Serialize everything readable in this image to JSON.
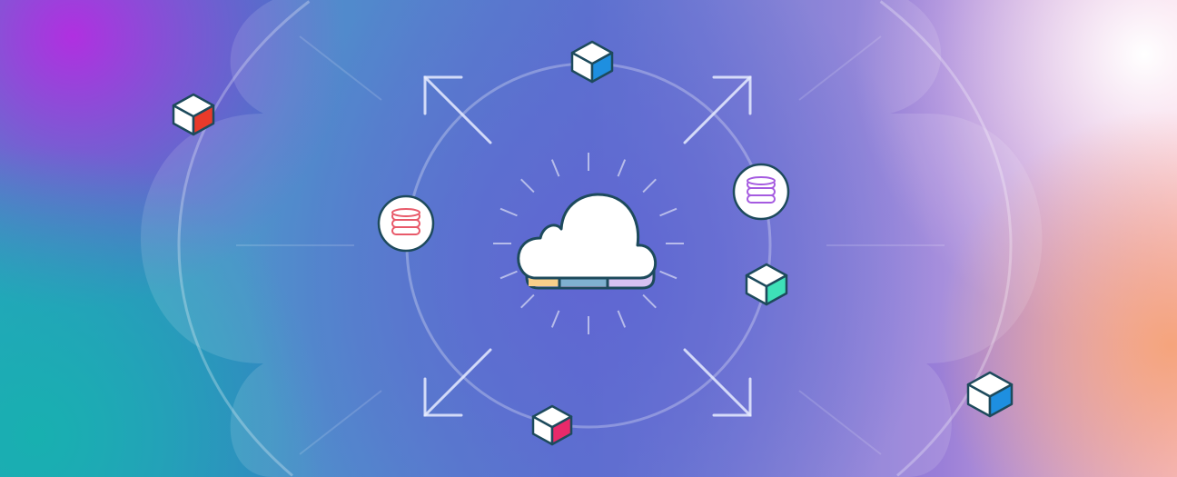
{
  "illustration": {
    "subject": "cloud-network",
    "colors": {
      "center": "#3f62c6",
      "top_left": "#b23fe0",
      "bottom_left": "#1fa9b8",
      "right": "#f4c6e6",
      "bottom_right": "#f3a889",
      "outline": "#1d4a5c",
      "cloud_band_left": "#f8cf8a",
      "cloud_band_mid": "#7fb0d0",
      "cloud_band_right": "#d6c1f2"
    },
    "cubes": [
      {
        "name": "cube-blue-top",
        "accent": "#1e8fe0"
      },
      {
        "name": "cube-red",
        "accent": "#e83a2a"
      },
      {
        "name": "cube-teal",
        "accent": "#3ee0b8"
      },
      {
        "name": "cube-pink",
        "accent": "#e82a6a"
      },
      {
        "name": "cube-blue-right",
        "accent": "#1e8fe0"
      }
    ],
    "databases": [
      {
        "name": "database-red",
        "accent": "#e85a6a"
      },
      {
        "name": "database-purple",
        "accent": "#a55be0"
      }
    ]
  }
}
